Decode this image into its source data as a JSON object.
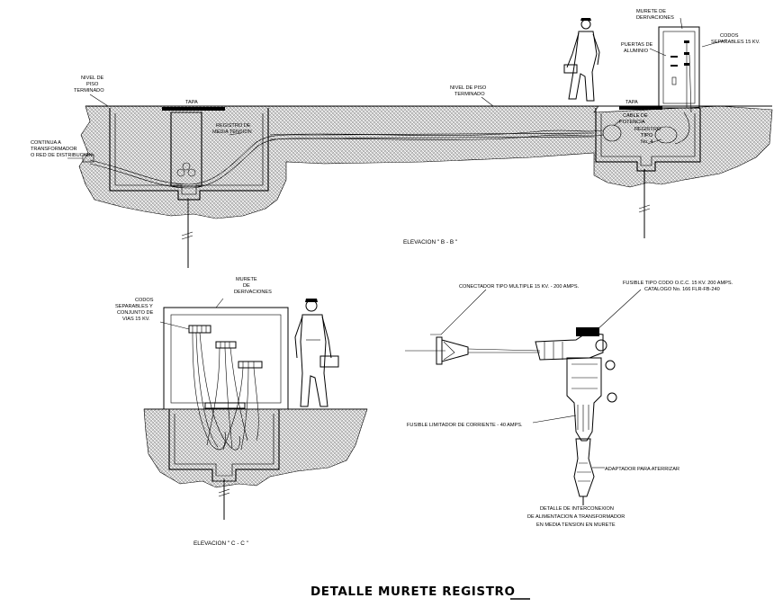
{
  "title": "DETALLE MURETE REGISTRO",
  "elevation_bb": {
    "label": "ELEVACION \" B - B \"",
    "nivel_piso_left": [
      "NIVEL DE",
      "PISO",
      "TERMINADO"
    ],
    "nivel_piso_right": [
      "NIVEL DE PISO",
      "TERMINADO"
    ],
    "tapa_left": "TAPA",
    "tapa_right": "TAPA",
    "registro_media_tension": [
      "REGISTRO DE",
      "MEDIA TENSION"
    ],
    "continua": [
      "CONTINUA A",
      "TRANSFORMADOR",
      "O RED DE DISTRIBUCION"
    ],
    "murete_derivaciones": [
      "MURETE DE",
      "DERIVACIONES"
    ],
    "puertas_aluminio": [
      "PUERTAS DE",
      "ALUMINIO"
    ],
    "codos_separables": [
      "CODOS",
      "SEPARABLES 15 KV."
    ],
    "cable_potencia": [
      "CABLE DE",
      "POTENCIA"
    ],
    "registro_tipo": [
      "REGISTRO",
      "TIPO",
      "No. 4"
    ]
  },
  "elevation_cc": {
    "label": "ELEVACION \" C - C \"",
    "murete": [
      "MURETE",
      "DE",
      "DERIVACIONES"
    ],
    "codos": [
      "CODOS",
      "SEPARABLES Y",
      "CONJUNTO DE",
      "VIAS 15 KV."
    ]
  },
  "interconexion": {
    "conector": "CONECTADOR TIPO MULTIPLE 15 KV. - 200 AMPS.",
    "fusible_codo": [
      "FUSIBLE TIPO CODO O.C.C. 15 KV. 200 AMPS.",
      "CATALOGO No. 166 FLR-FB-240"
    ],
    "fusible_limitador": "FUSIBLE LIMITADOR DE CORRIENTE - 40 AMPS.",
    "adaptador": "ADAPTADOR PARA ATERRIZAR",
    "detalle": [
      "DETALLE DE INTERCONEXION",
      "DE ALIMENTACION A TRANSFORMADOR",
      "EN MEDIA TENSION EN MURETE"
    ]
  }
}
